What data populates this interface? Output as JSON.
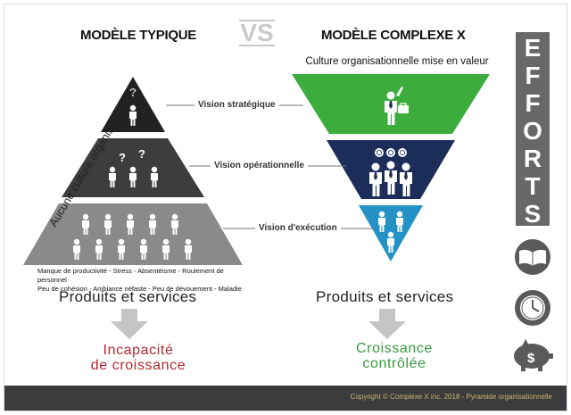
{
  "header": {
    "left_title": "MODÈLE TYPIQUE",
    "vs": "VS",
    "right_title": "MODÈLE COMPLEXE X"
  },
  "left": {
    "rotated_label": "Aucune culture organisationnelle",
    "problems_line1": "Manque de productivité - Stress - Absentéisme - Roulement de personnel",
    "problems_line2": "Peu de cohésion - Ambiance néfaste - Peu de dévouement - Maladie",
    "products": "Produits et services",
    "outcome_line1": "Incapacité",
    "outcome_line2": "de croissance",
    "outcome_color": "#b3262d"
  },
  "right": {
    "culture_label": "Culture organisationnelle mise en valeur",
    "products": "Produits et services",
    "outcome_line1": "Croissance",
    "outcome_line2": "contrôlée",
    "outcome_color": "#3a9a3e"
  },
  "visions": {
    "strategic": "Vision stratégique",
    "operational": "Vision opérationnelle",
    "execution": "Vision d'exécution"
  },
  "efforts": {
    "letters": [
      "E",
      "F",
      "F",
      "O",
      "R",
      "T",
      "S"
    ],
    "icons": [
      "book-icon",
      "clock-icon",
      "piggy-bank-icon"
    ]
  },
  "colors": {
    "green": "#3cac3c",
    "navy": "#1c2d5a",
    "blue": "#2592c6",
    "dark_pyramid": "#222222",
    "mid_pyramid": "#3d3d3d",
    "light_pyramid": "#8a8a8a"
  },
  "footer": {
    "text": "Copyright © Complexe X inc. 2018  -  Pyramide organisationnelle"
  }
}
